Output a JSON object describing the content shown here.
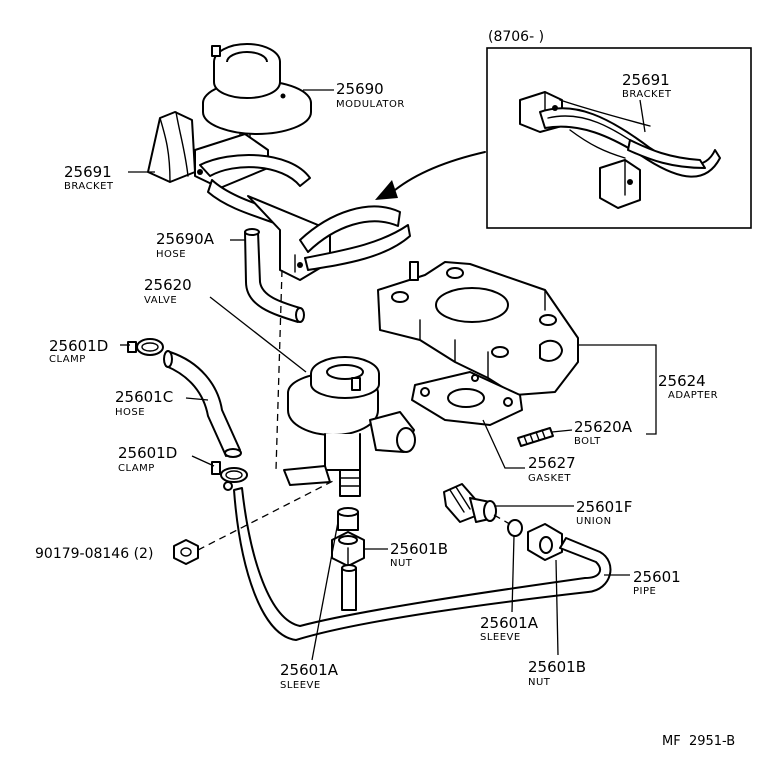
{
  "callouts": {
    "modulator": {
      "number": "25690",
      "name": "MODULATOR"
    },
    "bracket_main": {
      "number": "25691",
      "name": "BRACKET"
    },
    "bracket_inset": {
      "number": "25691",
      "name": "BRACKET"
    },
    "hose_a": {
      "number": "25690A",
      "name": "HOSE"
    },
    "valve": {
      "number": "25620",
      "name": "VALVE"
    },
    "clamp_top": {
      "number": "25601D",
      "name": "CLAMP"
    },
    "hose_c": {
      "number": "25601C",
      "name": "HOSE"
    },
    "clamp_bottom": {
      "number": "25601D",
      "name": "CLAMP"
    },
    "adapter": {
      "number": "25624",
      "name": "ADAPTER"
    },
    "bolt": {
      "number": "25620A",
      "name": "BOLT"
    },
    "gasket": {
      "number": "25627",
      "name": "GASKET"
    },
    "union": {
      "number": "25601F",
      "name": "UNION"
    },
    "nut_mid": {
      "number": "25601B",
      "name": "NUT"
    },
    "pipe": {
      "number": "25601",
      "name": "PIPE"
    },
    "sleeve_right": {
      "number": "25601A",
      "name": "SLEEVE"
    },
    "sleeve_bottom": {
      "number": "25601A",
      "name": "SLEEVE"
    },
    "nut_bottom": {
      "number": "25601B",
      "name": "NUT"
    }
  },
  "inset_label": "(8706-          )",
  "fastener": "90179-08146 (2)",
  "figure_ref": "MF  2951-B"
}
